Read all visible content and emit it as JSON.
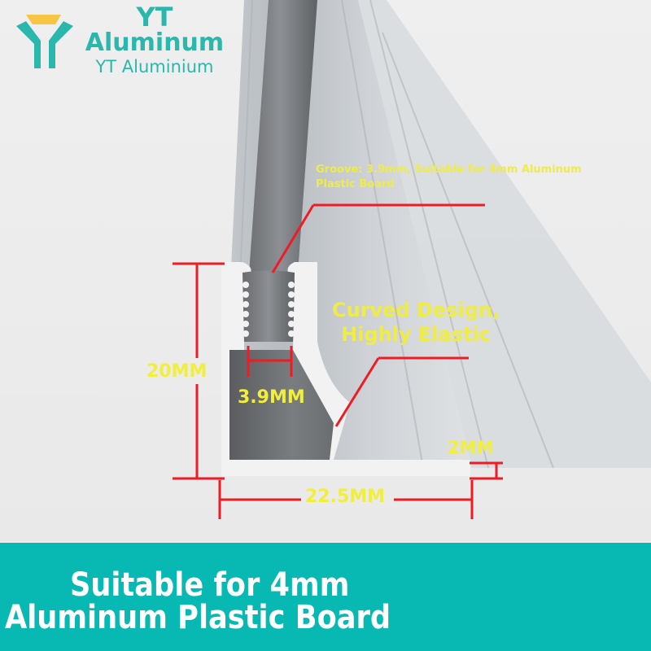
{
  "brand": {
    "line1": "YT",
    "line2": "Aluminum",
    "line3": "YT Aluminium",
    "color": "#2ab7ac",
    "logo_accent": "#f5c543"
  },
  "annotations": {
    "groove_note_line1": "Groove: 3.9mm, Suitable for 4mm Aluminum",
    "groove_note_line2": "Plastic Board",
    "curved_line1": "Curved Design,",
    "curved_line2": "Highly Elastic"
  },
  "dimensions": {
    "height": "20MM",
    "groove": "3.9MM",
    "thickness": "2MM",
    "width": "22.5MM",
    "line_color": "#ee1c25",
    "text_color": "#f1ef3a"
  },
  "banner": {
    "line1": "Suitable for 4mm",
    "line2": "Aluminum Plastic Board",
    "background": "#07b9b2"
  }
}
